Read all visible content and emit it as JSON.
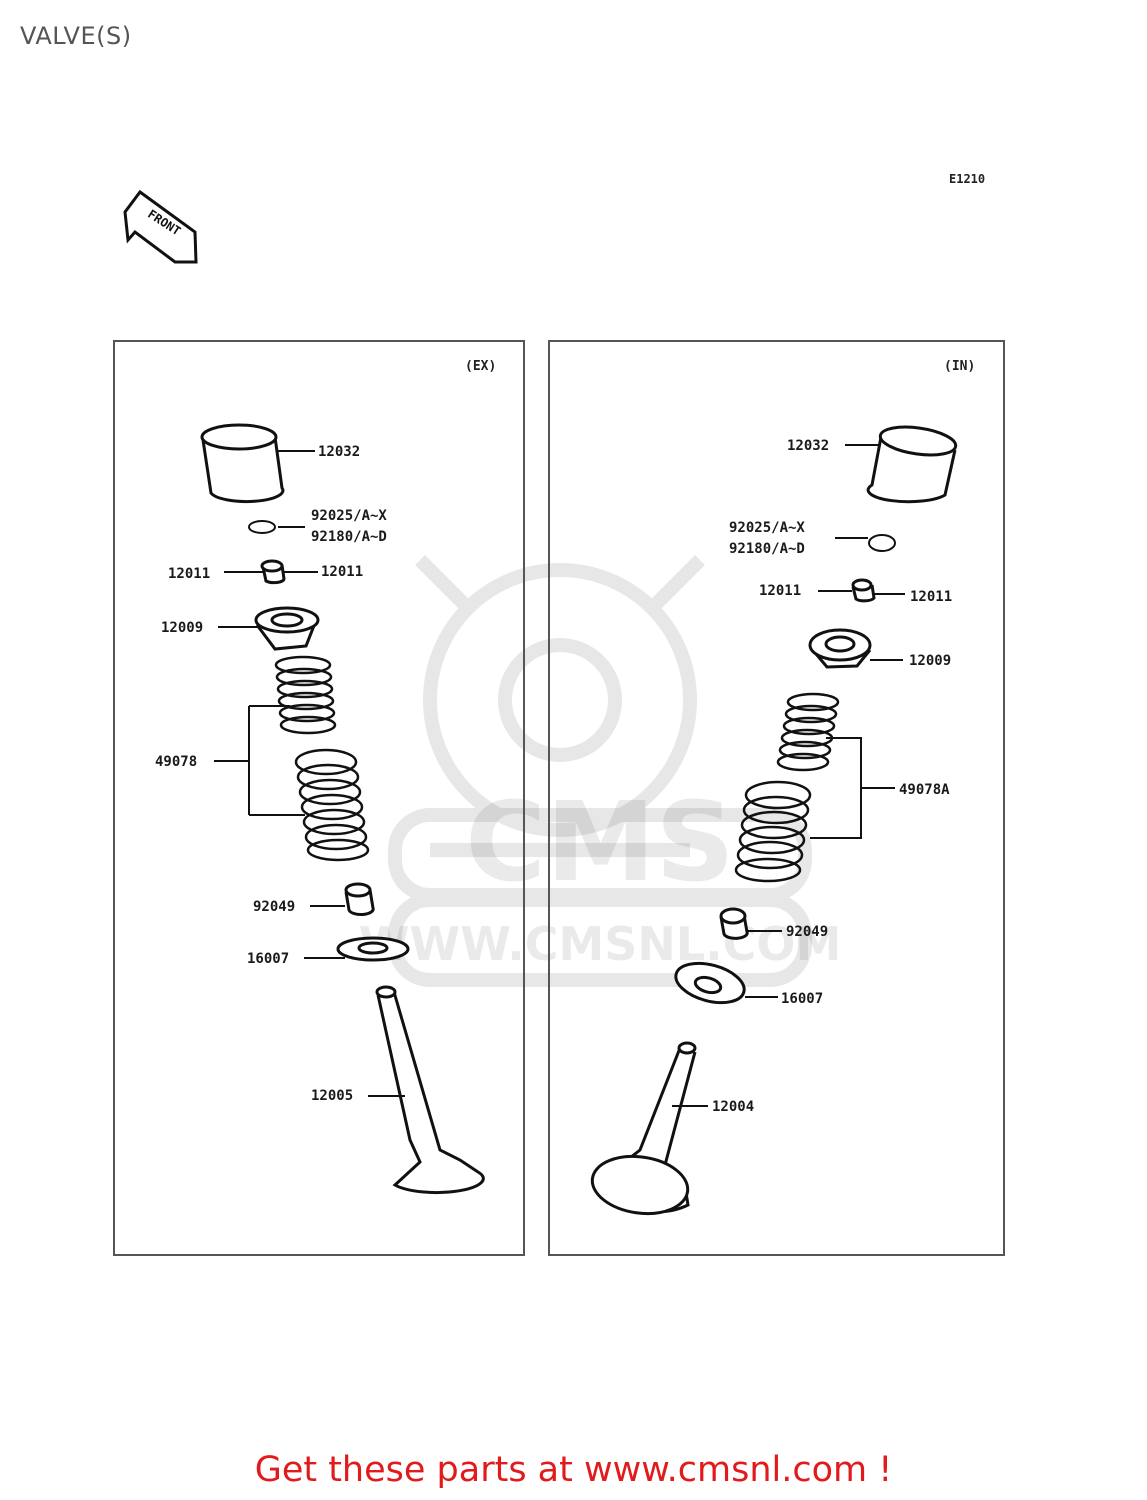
{
  "title": "VALVE(S)",
  "diagram_code": "E1210",
  "front_marker": "FRONT",
  "watermark": {
    "logo_text": "CMS",
    "url_text": "WWW.CMSNL.COM"
  },
  "panels": {
    "exhaust": {
      "label": "(EX)",
      "parts": {
        "tappet": "12032",
        "shim_a": "92025/A~X",
        "shim_b": "92180/A~D",
        "keeper_left": "12011",
        "keeper_right": "12011",
        "retainer": "12009",
        "springs": "49078",
        "seal": "92049",
        "seat": "16007",
        "valve": "12005"
      }
    },
    "intake": {
      "label": "(IN)",
      "parts": {
        "tappet": "12032",
        "shim_a": "92025/A~X",
        "shim_b": "92180/A~D",
        "keeper_left": "12011",
        "keeper_right": "12011",
        "retainer": "12009",
        "springs": "49078A",
        "seal": "92049",
        "seat": "16007",
        "valve": "12004"
      }
    }
  },
  "footer": {
    "cta": "Get these parts at www.cmsnl.com !",
    "cta_color": "#e11b1b"
  }
}
